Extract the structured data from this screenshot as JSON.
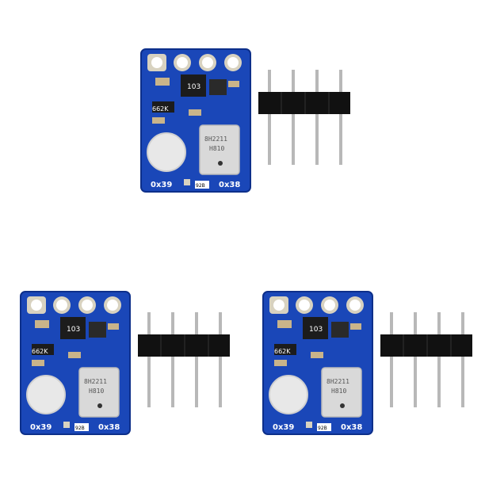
{
  "modules": [
    {
      "addr_left": "0x39",
      "addr_right": "0x38",
      "resistor": "662K",
      "ic": "103",
      "pad_mark": "92B",
      "chip_marks": [
        "8H2211",
        "H810"
      ]
    },
    {
      "addr_left": "0x39",
      "addr_right": "0x38",
      "resistor": "662K",
      "ic": "103",
      "pad_mark": "92B",
      "chip_marks": [
        "8H2211",
        "H810"
      ]
    },
    {
      "addr_left": "0x39",
      "addr_right": "0x38",
      "resistor": "662K",
      "ic": "103",
      "pad_mark": "92B",
      "chip_marks": [
        "8H2211",
        "H810"
      ]
    }
  ],
  "colors": {
    "pcb": "#1a47b8",
    "pcb_edge": "#0d2f8a",
    "header_plastic": "#111111",
    "pin_metal": "#b8b8b8",
    "pad_gold": "#d8d2c0"
  }
}
